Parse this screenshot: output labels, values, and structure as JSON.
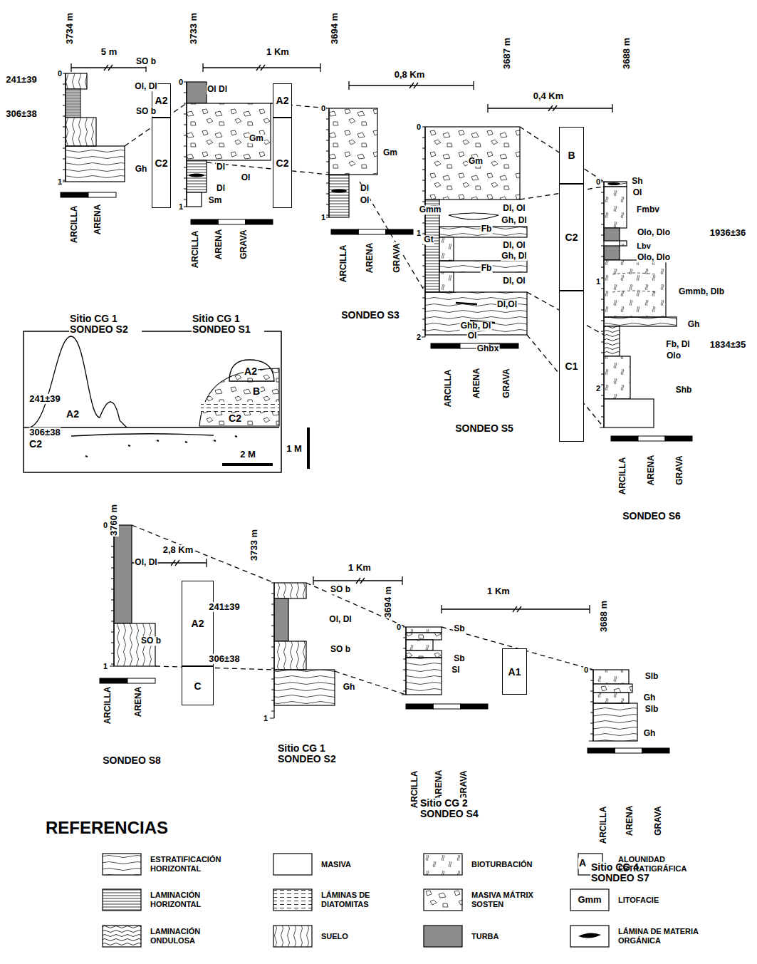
{
  "diagram": {
    "nodes": [
      {
        "text": [
          "A2"
        ]
      },
      {
        "text": [
          "C2"
        ]
      },
      {
        "text": [
          "A2"
        ]
      },
      {
        "text": [
          "C2"
        ]
      },
      {
        "text": [
          "B"
        ]
      },
      {
        "text": [
          "C2"
        ]
      },
      {
        "text": [
          "C1"
        ]
      },
      {
        "text": [
          "A2"
        ]
      },
      {
        "text": [
          "C"
        ]
      },
      {
        "text": [
          "A1"
        ]
      }
    ],
    "labels": [
      "3734 m",
      "5 m",
      "SO b",
      "241±39",
      "Ol, Dl",
      "306±38",
      "SO b",
      "Gh",
      "0",
      "1",
      "ARCILLA",
      "ARENA",
      "Sitio CG 1 SONDEO S2",
      "3733 m",
      "1 Km",
      "0",
      "1",
      "Ol Dl",
      "Gm",
      "Dl",
      "Ol",
      "Dl",
      "Sm",
      "ARCILLA",
      "ARENA",
      "GRAVA",
      "Sitio CG 1 SONDEO S1",
      "3694 m",
      "0,8 Km",
      "0",
      "1",
      "Gm",
      "Dl",
      "Ol",
      "ARCILLA",
      "ARENA",
      "GRAVA",
      "SONDEO S3",
      "3687 m",
      "0",
      "1",
      "2",
      "Gm",
      "Gmm",
      "Dl, Ol",
      "Gh, Dl",
      "Fb",
      "Gt",
      "Dl, Ol",
      "Gh, Dl",
      "Fb",
      "Dl, Ol",
      "Dl,Ol",
      "Ghb, Dl",
      "Ol",
      "Ghbx",
      "ARCILLA",
      "ARENA",
      "GRAVA",
      "SONDEO S5",
      "0,4 Km",
      "3688 m",
      "0",
      "1",
      "2",
      "Sh",
      "Ol",
      "Fmbv",
      "Olo, Dlo",
      "1936±36",
      "Lbv",
      "Olo, Dlo",
      "Gmmb, Dlb",
      "Gh",
      "Fb, Dl",
      "Olo",
      "1834±35",
      "Shb",
      "ARCILLA",
      "ARENA",
      "GRAVA",
      "SONDEO S6",
      "241±39",
      "A2",
      "306±38",
      "C2",
      "A2",
      "B",
      "C2",
      "2 M",
      "1 M",
      "3760 m",
      "2,8 Km",
      "0",
      "1",
      "Ol, Dl",
      "SO b",
      "ARCILLA",
      "ARENA",
      "SONDEO S8",
      "3733 m",
      "SO b",
      "241±39",
      "Ol, Dl",
      "306±38",
      "SO b",
      "Gh",
      "1",
      "Sitio CG 1 SONDEO S2",
      "1 Km",
      "3694 m",
      "0",
      "Sb",
      "Sb",
      "Sl",
      "ARCILLA",
      "ARENA",
      "GRAVA",
      "Sitio CG 2 SONDEO S4",
      "1 Km",
      "3688 m",
      "0",
      "Slb",
      "Gh",
      "Slb",
      "Gh",
      "ARCILLA",
      "ARENA",
      "GRAVA",
      "Sitio CG 4 SONDEO S7",
      "REFERENCIAS",
      "A",
      "Gmm"
    ],
    "legend": [
      {
        "text": "ESTRATIFICACIÓN HORIZONTAL"
      },
      {
        "text": "MASIVA"
      },
      {
        "text": "BIOTURBACIÓN"
      },
      {
        "text": "ALOUNIDAD ESTRATIGRÁFICA"
      },
      {
        "text": "LAMINACIÓN HORIZONTAL"
      },
      {
        "text": "LÁMINAS DE DIATOMITAS"
      },
      {
        "text": "MASIVA MÁTRIX SOSTEN"
      },
      {
        "text": "LITOFACIE"
      },
      {
        "text": "LAMINACIÓN ONDULOSA"
      },
      {
        "text": "SUELO"
      },
      {
        "text": "TURBA",
        "color": "#8c8c8c"
      },
      {
        "text": "LÁMINA DE MATERIA ORGÁNICA"
      }
    ]
  }
}
